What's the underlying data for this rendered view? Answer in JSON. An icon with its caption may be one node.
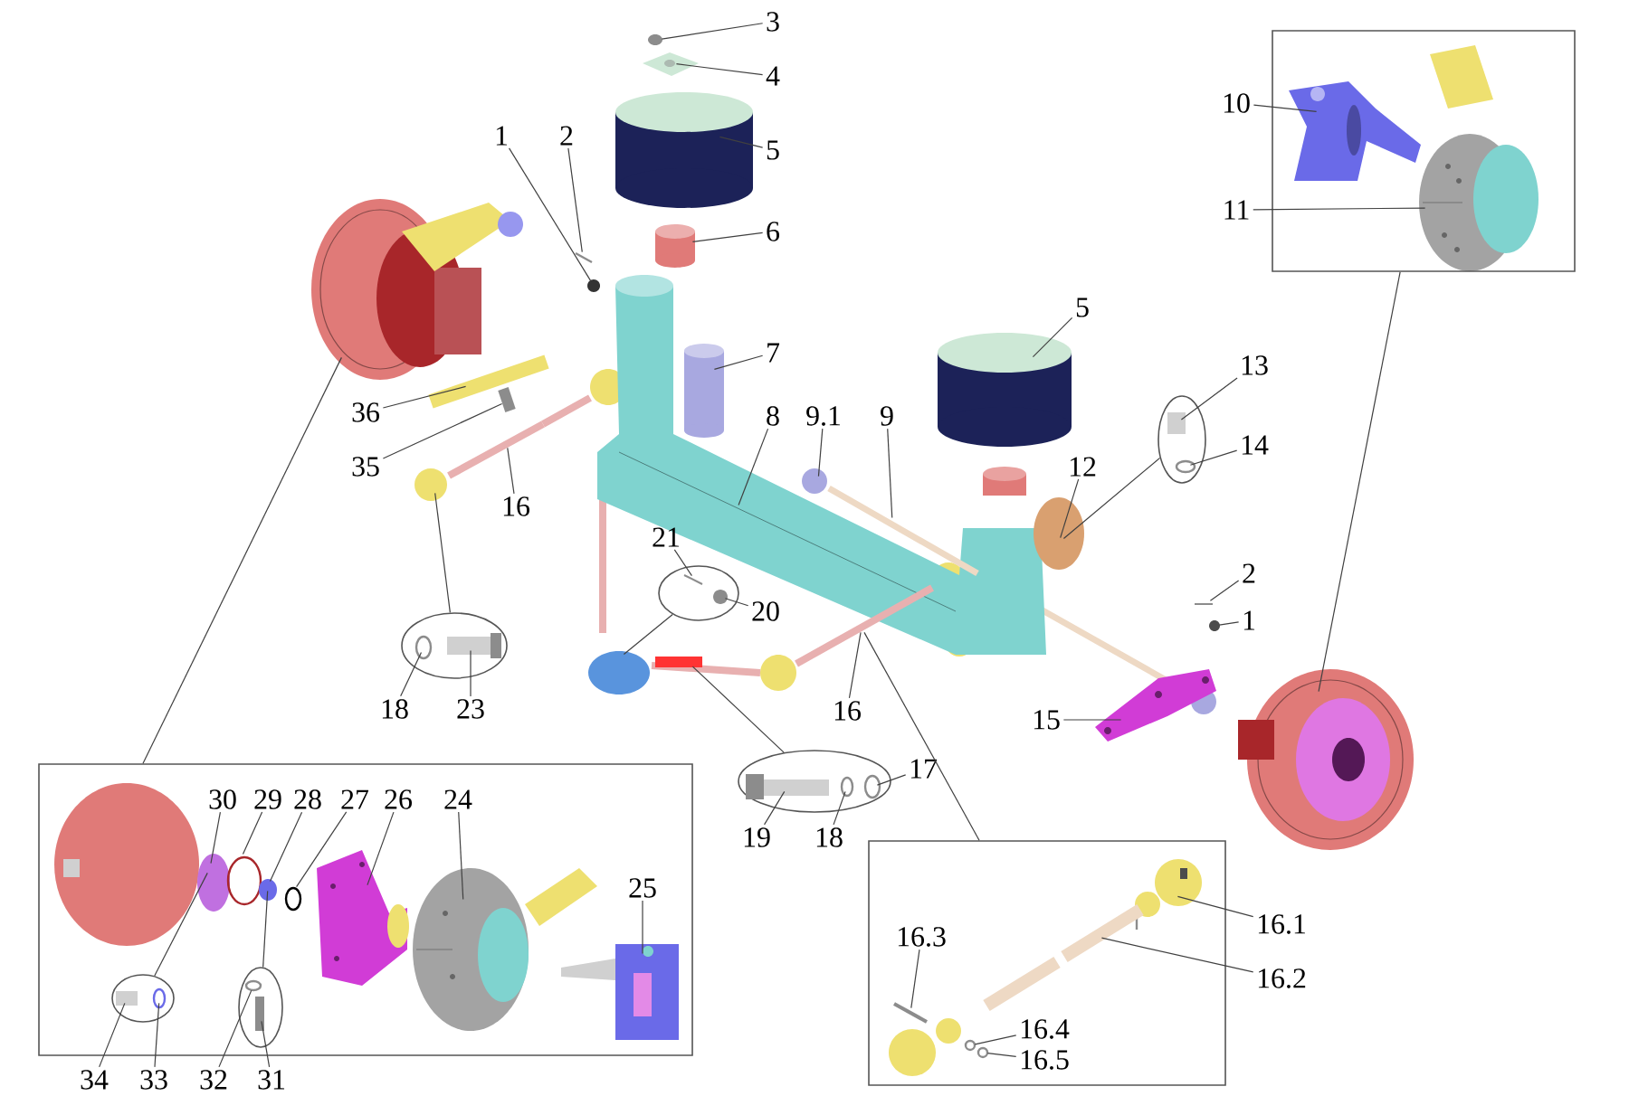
{
  "diagram": {
    "nodes": [
      {
        "text": [],
        "shape": "box"
      },
      {
        "text": [
          "10"
        ]
      },
      {
        "text": [
          "11"
        ]
      },
      {
        "text": [
          "3"
        ]
      },
      {
        "text": [
          "4"
        ]
      },
      {
        "text": [
          "1"
        ]
      },
      {
        "text": [
          "2"
        ]
      },
      {
        "text": [
          "5"
        ]
      },
      {
        "text": [
          "6"
        ]
      },
      {
        "text": [
          "5"
        ]
      },
      {
        "text": [
          "7"
        ]
      },
      {
        "text": [
          "13"
        ]
      },
      {
        "text": [],
        "shape": "ellipse"
      },
      {
        "text": [
          "14"
        ]
      },
      {
        "text": [
          "36"
        ]
      },
      {
        "text": [
          "8"
        ]
      },
      {
        "text": [
          "9.1"
        ]
      },
      {
        "text": [
          "9"
        ]
      },
      {
        "text": [
          "35"
        ]
      },
      {
        "text": [
          "16"
        ]
      },
      {
        "text": [
          "12"
        ]
      },
      {
        "text": [
          "21"
        ]
      },
      {
        "text": [],
        "shape": "ellipse"
      },
      {
        "text": [
          "20"
        ]
      },
      {
        "text": [
          "2"
        ]
      },
      {
        "text": [
          "1"
        ]
      },
      {
        "text": [],
        "shape": "ellipse"
      },
      {
        "text": [
          "16"
        ]
      },
      {
        "text": [
          "18"
        ]
      },
      {
        "text": [
          "23"
        ]
      },
      {
        "text": [
          "15"
        ]
      },
      {
        "text": [],
        "shape": "ellipse"
      },
      {
        "text": [
          "17"
        ]
      },
      {
        "text": [],
        "shape": "box"
      },
      {
        "text": [
          "30"
        ],
        "in": 33
      },
      {
        "text": [
          "29"
        ],
        "in": 33
      },
      {
        "text": [
          "28"
        ],
        "in": 33
      },
      {
        "text": [
          "27"
        ],
        "in": 33
      },
      {
        "text": [
          "26"
        ],
        "in": 33
      },
      {
        "text": [
          "24"
        ],
        "in": 33
      },
      {
        "text": [
          "19"
        ]
      },
      {
        "text": [
          "18"
        ]
      },
      {
        "text": [],
        "shape": "box"
      },
      {
        "text": [
          "25"
        ],
        "in": 33
      },
      {
        "text": [],
        "shape": "ellipse",
        "in": 33
      },
      {
        "text": [],
        "shape": "ellipse",
        "in": 33
      },
      {
        "text": [
          "16.3"
        ],
        "in": 42
      },
      {
        "text": [
          "16.1"
        ]
      },
      {
        "text": [
          "16.2"
        ]
      },
      {
        "text": [
          "16.4"
        ],
        "in": 42
      },
      {
        "text": [
          "16.5"
        ],
        "in": 42
      },
      {
        "text": [
          "34"
        ]
      },
      {
        "text": [
          "33"
        ]
      },
      {
        "text": [
          "32"
        ]
      },
      {
        "text": [
          "31"
        ]
      },
      {
        "text": [],
        "shape": "picture",
        "in": 0
      },
      {
        "text": [],
        "shape": "picture",
        "in": 0
      },
      {
        "text": [],
        "shape": "circle"
      },
      {
        "text": [],
        "shape": "picture"
      },
      {
        "text": [],
        "shape": "cylinder"
      },
      {
        "text": [],
        "shape": "cylinder"
      },
      {
        "text": [],
        "shape": "circle"
      },
      {
        "text": [],
        "shape": "bar"
      },
      {
        "text": [],
        "shape": "cylinder"
      },
      {
        "text": [],
        "shape": "picture"
      },
      {
        "text": [],
        "shape": "circle"
      },
      {
        "text": [],
        "shape": "bar"
      },
      {
        "text": [],
        "shape": "cylinder"
      },
      {
        "text": [],
        "shape": "circle"
      },
      {
        "text": [],
        "shape": "box",
        "in": 12
      },
      {
        "text": [],
        "shape": "circle",
        "in": 12
      },
      {
        "text": [],
        "shape": "bar"
      },
      {
        "text": [],
        "shape": "bar"
      },
      {
        "text": [],
        "shape": "bar"
      },
      {
        "text": [],
        "shape": "circle"
      },
      {
        "text": [],
        "shape": "bar",
        "in": 22
      },
      {
        "text": [],
        "shape": "circle",
        "in": 22
      },
      {
        "text": [],
        "shape": "circle"
      },
      {
        "text": [],
        "shape": "bar"
      },
      {
        "text": [],
        "shape": "circle"
      },
      {
        "text": [],
        "shape": "circle",
        "in": 26
      },
      {
        "text": [],
        "shape": "box",
        "in": 26
      },
      {
        "text": [],
        "shape": "bar"
      },
      {
        "text": [],
        "shape": "picture"
      },
      {
        "text": [],
        "shape": "box",
        "in": 31
      },
      {
        "text": [],
        "shape": "circle",
        "in": 31
      },
      {
        "text": [],
        "shape": "circle",
        "in": 31
      },
      {
        "text": [],
        "shape": "picture"
      },
      {
        "text": [],
        "shape": "picture"
      },
      {
        "text": [],
        "shape": "picture"
      },
      {
        "text": [],
        "shape": "circle",
        "in": 33
      },
      {
        "text": [],
        "shape": "circle",
        "in": 33
      },
      {
        "text": [],
        "shape": "circle",
        "in": 33
      },
      {
        "text": [],
        "shape": "circle",
        "in": 33
      },
      {
        "text": [],
        "shape": "picture",
        "in": 33
      },
      {
        "text": [],
        "shape": "picture",
        "in": 33
      },
      {
        "text": [],
        "shape": "picture",
        "in": 33
      },
      {
        "text": [],
        "shape": "box",
        "in": 44
      },
      {
        "text": [],
        "shape": "circle",
        "in": 44
      },
      {
        "text": [],
        "shape": "circle",
        "in": 45
      },
      {
        "text": [],
        "shape": "box",
        "in": 45
      },
      {
        "text": [],
        "shape": "bar",
        "in": 42
      },
      {
        "text": [],
        "shape": "picture",
        "in": 42
      },
      {
        "text": [],
        "shape": "bar",
        "in": 42
      },
      {
        "text": [],
        "shape": "circle",
        "in": 42
      },
      {
        "text": [],
        "shape": "circle",
        "in": 42
      }
    ],
    "edges": [
      {
        "from": 0,
        "to": 88,
        "arrow": "none"
      },
      {
        "from": 1,
        "to": 55,
        "arrow": "none"
      },
      {
        "from": 2,
        "to": 56,
        "arrow": "none"
      },
      {
        "from": 3,
        "to": 57,
        "arrow": "none"
      },
      {
        "from": 4,
        "to": 58,
        "arrow": "none"
      },
      {
        "from": 5,
        "to": 61,
        "arrow": "none"
      },
      {
        "from": 6,
        "to": 62,
        "arrow": "none"
      },
      {
        "from": 7,
        "to": 59,
        "arrow": "none"
      },
      {
        "from": 8,
        "to": 60,
        "arrow": "none"
      },
      {
        "from": 9,
        "to": 67,
        "arrow": "none"
      },
      {
        "from": 10,
        "to": 63,
        "arrow": "none"
      },
      {
        "from": 11,
        "to": 69,
        "arrow": "none"
      },
      {
        "from": 12,
        "to": 68,
        "arrow": "none"
      },
      {
        "from": 13,
        "to": 70,
        "arrow": "none"
      },
      {
        "from": 14,
        "to": 71,
        "arrow": "none"
      },
      {
        "from": 15,
        "to": 64,
        "arrow": "none"
      },
      {
        "from": 16,
        "to": 65,
        "arrow": "none"
      },
      {
        "from": 17,
        "to": 66,
        "arrow": "none"
      },
      {
        "from": 18,
        "to": 72,
        "arrow": "none"
      },
      {
        "from": 19,
        "to": 73,
        "arrow": "none"
      },
      {
        "from": 20,
        "to": 68,
        "arrow": "none"
      },
      {
        "from": 21,
        "to": 75,
        "arrow": "none"
      },
      {
        "from": 22,
        "to": 77,
        "arrow": "none"
      },
      {
        "from": 23,
        "to": 76,
        "arrow": "none"
      },
      {
        "from": 24,
        "to": 78,
        "arrow": "none"
      },
      {
        "from": 25,
        "to": 79,
        "arrow": "none"
      },
      {
        "from": 26,
        "to": 74,
        "arrow": "none"
      },
      {
        "from": 27,
        "to": 82,
        "arrow": "none"
      },
      {
        "from": 28,
        "to": 80,
        "arrow": "none"
      },
      {
        "from": 29,
        "to": 81,
        "arrow": "none"
      },
      {
        "from": 30,
        "to": 87,
        "arrow": "none"
      },
      {
        "from": 31,
        "to": 83,
        "arrow": "none"
      },
      {
        "from": 32,
        "to": 86,
        "arrow": "none"
      },
      {
        "from": 33,
        "to": 89,
        "arrow": "none"
      },
      {
        "from": 34,
        "to": 90,
        "arrow": "none"
      },
      {
        "from": 35,
        "to": 91,
        "arrow": "none"
      },
      {
        "from": 36,
        "to": 92,
        "arrow": "none"
      },
      {
        "from": 37,
        "to": 93,
        "arrow": "none"
      },
      {
        "from": 38,
        "to": 94,
        "arrow": "none"
      },
      {
        "from": 39,
        "to": 95,
        "arrow": "none"
      },
      {
        "from": 40,
        "to": 84,
        "arrow": "none"
      },
      {
        "from": 41,
        "to": 85,
        "arrow": "none"
      },
      {
        "from": 42,
        "to": 82,
        "arrow": "none"
      },
      {
        "from": 43,
        "to": 96,
        "arrow": "none"
      },
      {
        "from": 44,
        "to": 90,
        "arrow": "none"
      },
      {
        "from": 45,
        "to": 92,
        "arrow": "none"
      },
      {
        "from": 46,
        "to": 101,
        "arrow": "none"
      },
      {
        "from": 47,
        "to": 102,
        "arrow": "none"
      },
      {
        "from": 48,
        "to": 103,
        "arrow": "none"
      },
      {
        "from": 49,
        "to": 104,
        "arrow": "none"
      },
      {
        "from": 50,
        "to": 105,
        "arrow": "none"
      },
      {
        "from": 51,
        "to": 97,
        "arrow": "none"
      },
      {
        "from": 52,
        "to": 98,
        "arrow": "none"
      },
      {
        "from": 53,
        "to": 99,
        "arrow": "none"
      },
      {
        "from": 54,
        "to": 100,
        "arrow": "none"
      }
    ]
  }
}
